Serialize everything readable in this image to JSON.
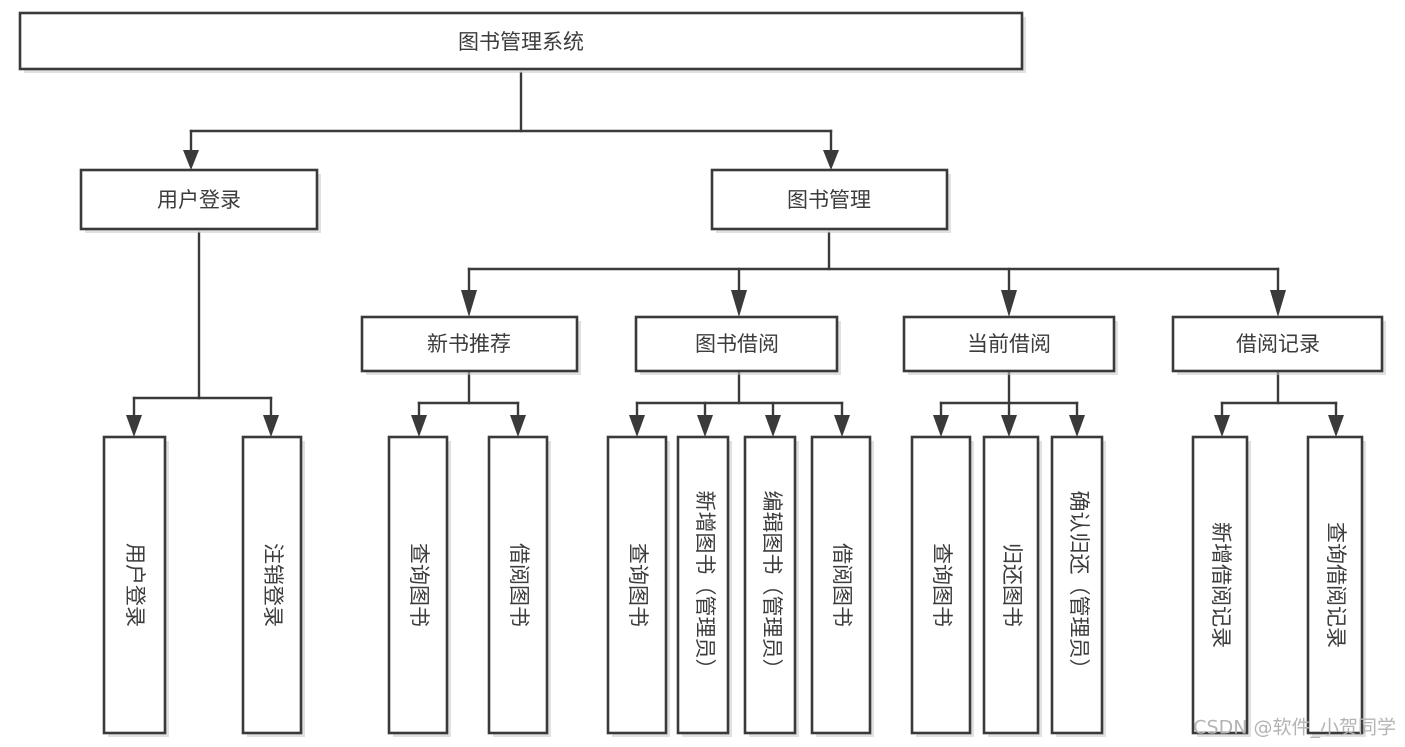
{
  "diagram": {
    "type": "tree-hierarchy",
    "title": "图书管理系统",
    "background_color": "#ffffff",
    "line_color": "#3a3a3a",
    "text_color": "#3c3c3c",
    "shadow_color": "#c8c8c8"
  },
  "nodes": {
    "root": {
      "label": "图书管理系统"
    },
    "level2": [
      {
        "label": "用户登录"
      },
      {
        "label": "图书管理"
      }
    ],
    "level3": [
      {
        "label": "新书推荐"
      },
      {
        "label": "图书借阅"
      },
      {
        "label": "当前借阅"
      },
      {
        "label": "借阅记录"
      }
    ],
    "leaves_user_login": [
      {
        "label": "用户登录"
      },
      {
        "label": "注销登录"
      }
    ],
    "leaves_new_book": [
      {
        "label": "查询图书"
      },
      {
        "label": "借阅图书"
      }
    ],
    "leaves_borrow": [
      {
        "label": "查询图书"
      },
      {
        "label": "新增图书（管理员）"
      },
      {
        "label": "编辑图书（管理员）"
      },
      {
        "label": "借阅图书"
      }
    ],
    "leaves_current": [
      {
        "label": "查询图书"
      },
      {
        "label": "归还图书"
      },
      {
        "label": "确认归还（管理员）"
      }
    ],
    "leaves_record": [
      {
        "label": "新增借阅记录"
      },
      {
        "label": "查询借阅记录"
      }
    ]
  },
  "watermark": {
    "text": "CSDN @软件_小贺同学"
  }
}
